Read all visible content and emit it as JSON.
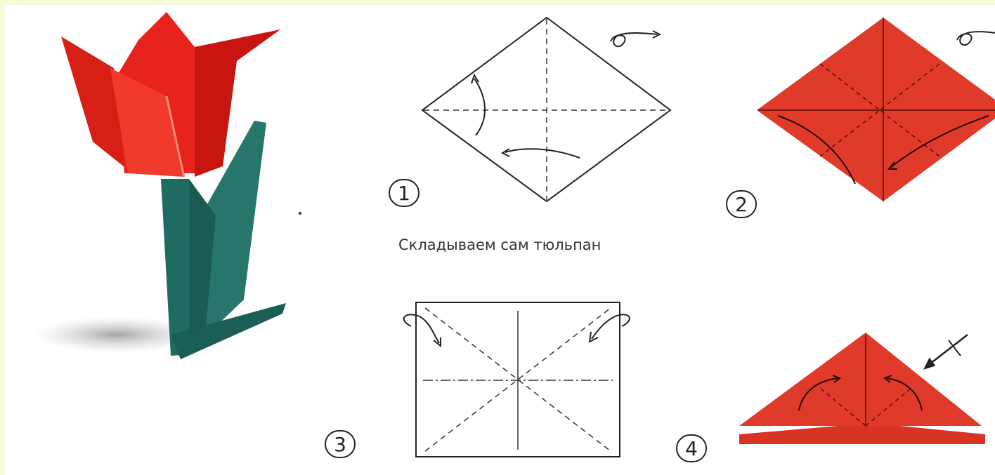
{
  "caption": "Складываем сам тюльпан",
  "steps": [
    {
      "number": "1"
    },
    {
      "number": "2"
    },
    {
      "number": "3"
    },
    {
      "number": "4"
    }
  ],
  "colors": {
    "background_border": "#f3fbd8",
    "paper_red": "#e03a2a",
    "tulip_red": "#e8231c",
    "stem_green": "#1f6b61",
    "line": "#222222"
  }
}
